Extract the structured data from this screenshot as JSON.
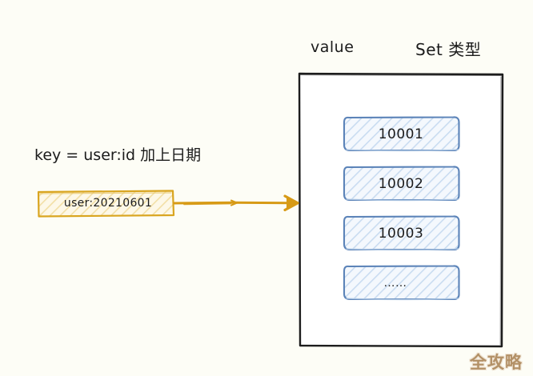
{
  "page": {
    "background_color": "#fdfdf6",
    "watermark": "全攻略",
    "watermark_color": "#b39167"
  },
  "headings": {
    "value_label": "value",
    "type_label": "Set 类型"
  },
  "key_side": {
    "caption": "key = user:id 加上日期",
    "key_box_text": "user:20210601",
    "key_box_color": "#d9a520",
    "key_box_fill": "#fdf4da"
  },
  "arrow": {
    "name": "key-to-value-arrow",
    "color": "#d79a16",
    "direction": "right"
  },
  "value_side": {
    "container_border_color": "#1d1d1d",
    "item_border_color": "#5b83b8",
    "item_fill_color": "#eef3fa",
    "items": [
      {
        "label": "10001"
      },
      {
        "label": "10002"
      },
      {
        "label": "10003"
      },
      {
        "label": "……"
      }
    ]
  }
}
